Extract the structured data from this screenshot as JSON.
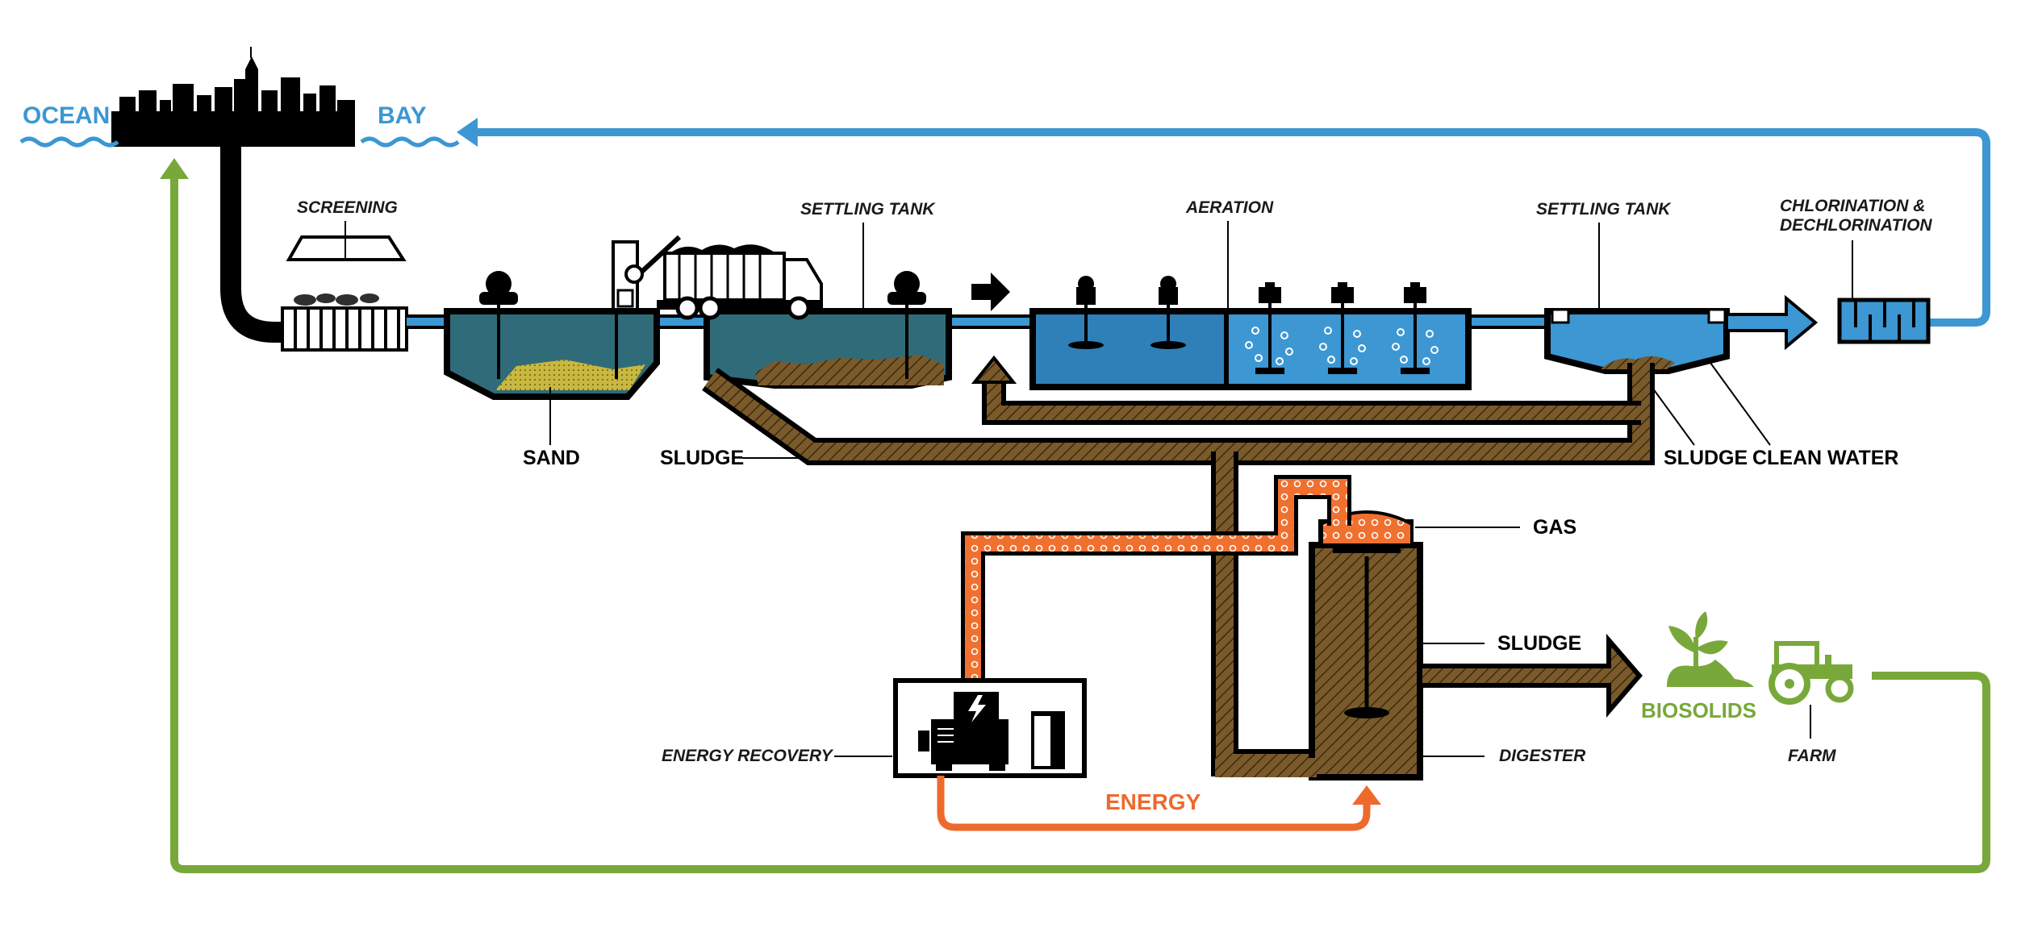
{
  "labels": {
    "ocean": "OCEAN",
    "bay": "BAY",
    "screening": "SCREENING",
    "settling_tank_1": "SETTLING TANK",
    "aeration": "AERATION",
    "settling_tank_2": "SETTLING TANK",
    "chlorination_line1": "CHLORINATION &",
    "chlorination_line2": "DECHLORINATION",
    "sand": "SAND",
    "sludge_primary": "SLUDGE",
    "sludge_secondary": "SLUDGE",
    "clean_water": "CLEAN WATER",
    "gas": "GAS",
    "sludge_digester": "SLUDGE",
    "digester": "DIGESTER",
    "energy_recovery": "ENERGY RECOVERY",
    "energy": "ENERGY",
    "biosolids": "BIOSOLIDS",
    "farm": "FARM"
  },
  "colors": {
    "water_blue": "#3c97d3",
    "tank_teal": "#2f6b79",
    "sludge_brown": "#7a5a2a",
    "sand_yellow": "#c9b83f",
    "gas_orange": "#f07030",
    "energy_orange": "#ee6a2c",
    "farm_green": "#78a83a",
    "outline_black": "#000000"
  },
  "icons": [
    "city-skyline-icon",
    "dump-truck-icon",
    "generator-icon",
    "lightning-icon",
    "plant-sprout-icon",
    "tractor-icon"
  ]
}
